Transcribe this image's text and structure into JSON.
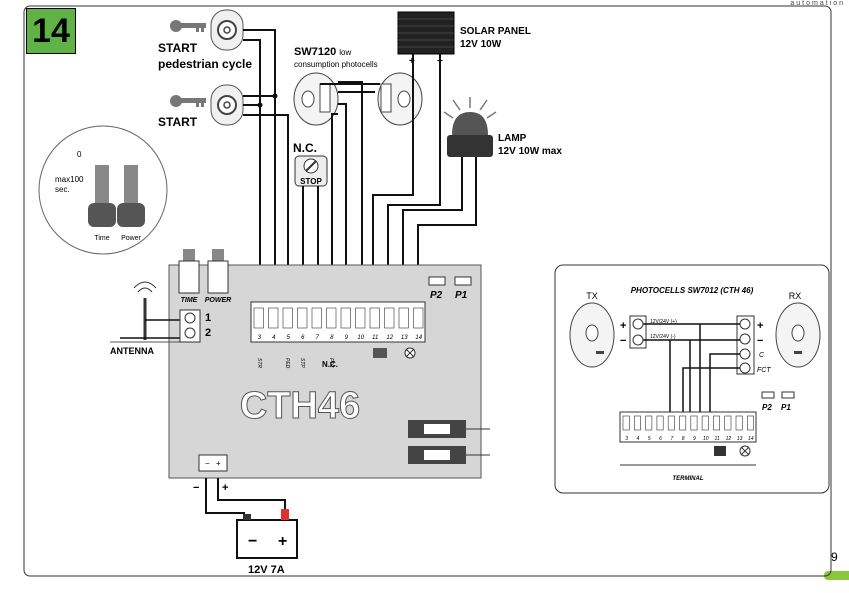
{
  "brand": "automation",
  "figure_number": "14",
  "page_number": "9",
  "colors": {
    "badge": "#5fb346",
    "board": "#d6d6d6",
    "battery_plus": "#e03030",
    "tab": "#8cc63f"
  },
  "labels": {
    "start_ped_1": "START",
    "start_ped_2": "pedestrian cycle",
    "start": "START",
    "sw7120": "SW7120",
    "sw7120_low": "low",
    "sw7120_sub": "consumption photocells",
    "solar_1": "SOLAR PANEL",
    "solar_2": "12V 10W",
    "lamp_1": "LAMP",
    "lamp_2": "12V 10W max",
    "nc": "N.C.",
    "stop": "STOP",
    "knob_0": "0",
    "knob_max": "max100",
    "knob_sec": "sec.",
    "knob_time": "Time",
    "knob_power": "Power",
    "time": "TIME",
    "power": "POWER",
    "antenna": "ANTENNA",
    "ant_1": "1",
    "ant_2": "2",
    "board": "CTH46",
    "p2": "P2",
    "p1": "P1",
    "nc_term": "N.C.",
    "battery": "12V  7A",
    "plus": "+",
    "minus": "−"
  },
  "terminals": [
    "3",
    "4",
    "5",
    "6",
    "7",
    "8",
    "9",
    "10",
    "11",
    "12",
    "13",
    "14"
  ],
  "terminal_tags": [
    "STR",
    "PED",
    "STP",
    "FTC"
  ],
  "inset": {
    "title": "PHOTOCELLS SW7012  (CTH 46)",
    "tx": "TX",
    "rx": "RX",
    "v_plus": "12V/24V",
    "v_minus": "12V/24V",
    "pol_plus": "(+)",
    "pol_minus": "(-)",
    "c": "C",
    "fct": "FCT",
    "terminal": "TERMINAL",
    "p2": "P2",
    "p1": "P1"
  }
}
